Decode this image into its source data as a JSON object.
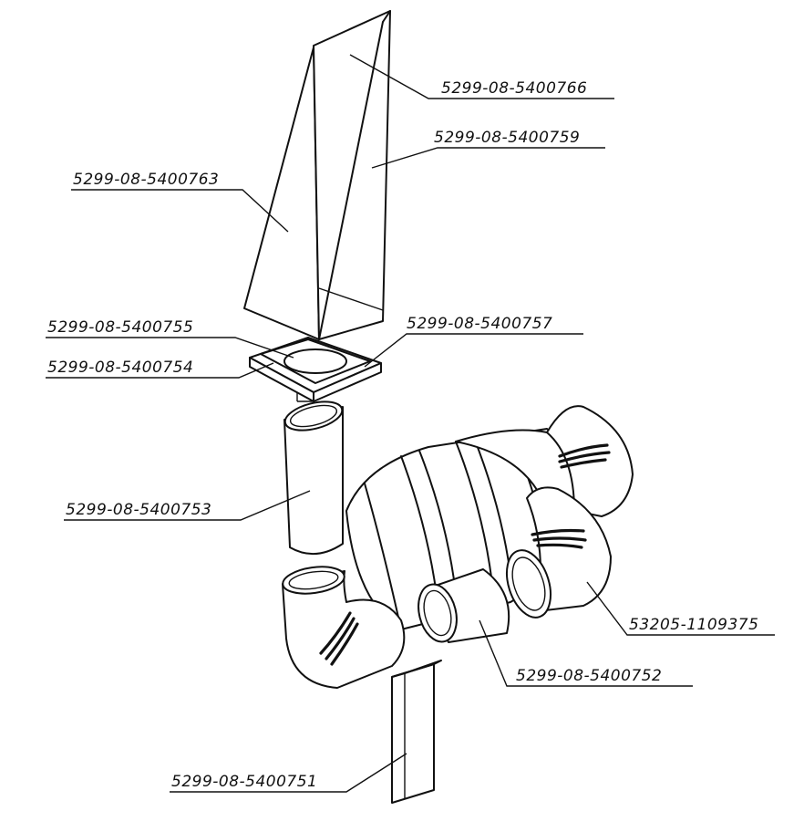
{
  "parts": [
    {
      "id": "frame-top",
      "label": "5299-08-5400766"
    },
    {
      "id": "panel-right",
      "label": "5299-08-5400759"
    },
    {
      "id": "panel-left",
      "label": "5299-08-5400763"
    },
    {
      "id": "flange-upper",
      "label": "5299-08-5400755"
    },
    {
      "id": "flange-plate",
      "label": "5299-08-5400757"
    },
    {
      "id": "flange-lower",
      "label": "5299-08-5400754"
    },
    {
      "id": "pipe-vertical",
      "label": "5299-08-5400753"
    },
    {
      "id": "air-filter-assembly",
      "label": "53205-1109375"
    },
    {
      "id": "pipe-short",
      "label": "5299-08-5400752"
    },
    {
      "id": "block-bottom",
      "label": "5299-08-5400751"
    }
  ]
}
